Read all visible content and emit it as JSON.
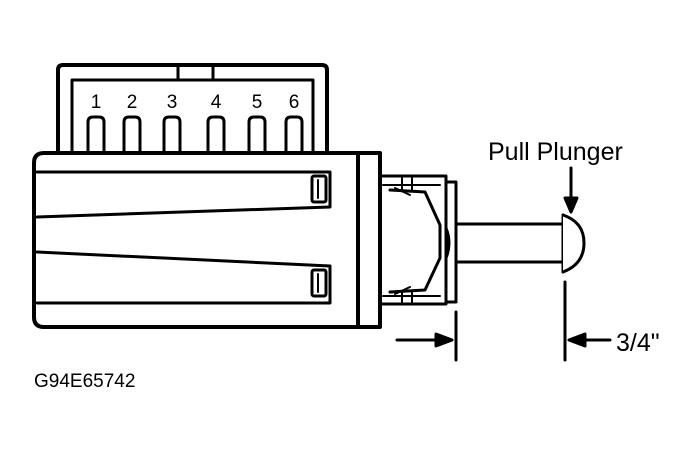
{
  "diagram": {
    "pins": [
      "1",
      "2",
      "3",
      "4",
      "5",
      "6"
    ],
    "plunger_label": "Pull Plunger",
    "measurement": "3/4\"",
    "figure_code": "G94E65742",
    "line_color": "#000000",
    "fill_color": "#ffffff"
  }
}
